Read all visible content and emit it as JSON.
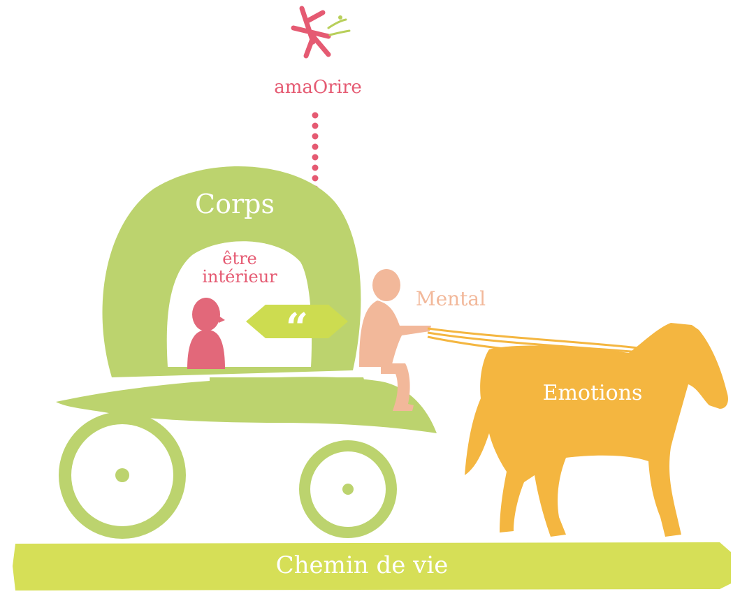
{
  "brand": {
    "name": "amaOrire",
    "logo_icon": "star-logo-icon"
  },
  "labels": {
    "corps": "Corps",
    "etre_interieur_line1": "être",
    "etre_interieur_line2": "intérieur",
    "mental": "Mental",
    "emotions": "Emotions",
    "chemin": "Chemin de vie",
    "quote_mark": "“"
  },
  "colors": {
    "carriage_green": "#bcd36e",
    "horse_orange": "#f4b640",
    "person_pink": "#e2687a",
    "driver_peach": "#f2b89a",
    "path_lime": "#d6df57",
    "dots_pink": "#e55a72",
    "arrow_yellow_green": "#cddc50"
  },
  "icons": [
    "star-logo-icon",
    "person-icon",
    "driver-icon",
    "horse-icon",
    "quote-arrow-icon"
  ]
}
